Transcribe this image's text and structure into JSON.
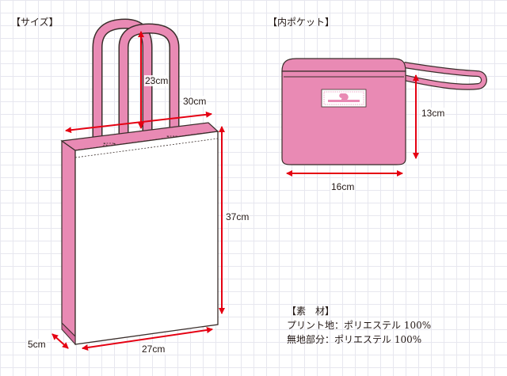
{
  "headings": {
    "size": "【サイズ】",
    "inner_pocket": "【内ポケット】"
  },
  "dimensions": {
    "handle": "23cm",
    "top_width": "30cm",
    "height": "37cm",
    "gusset": "5cm",
    "bottom_width": "27cm",
    "pocket_height": "13cm",
    "pocket_width": "16cm"
  },
  "materials": {
    "title": "【素　材】",
    "print_area": "プリント地：ポリエステル 100%",
    "plain_area": "無地部分：ポリエステル 100%"
  },
  "colors": {
    "pink": "#e98ab4",
    "pink_dark": "#d76d9f",
    "outline": "#3a2e2b",
    "arrow": "#e50012",
    "grid": "#e7e7ef"
  }
}
